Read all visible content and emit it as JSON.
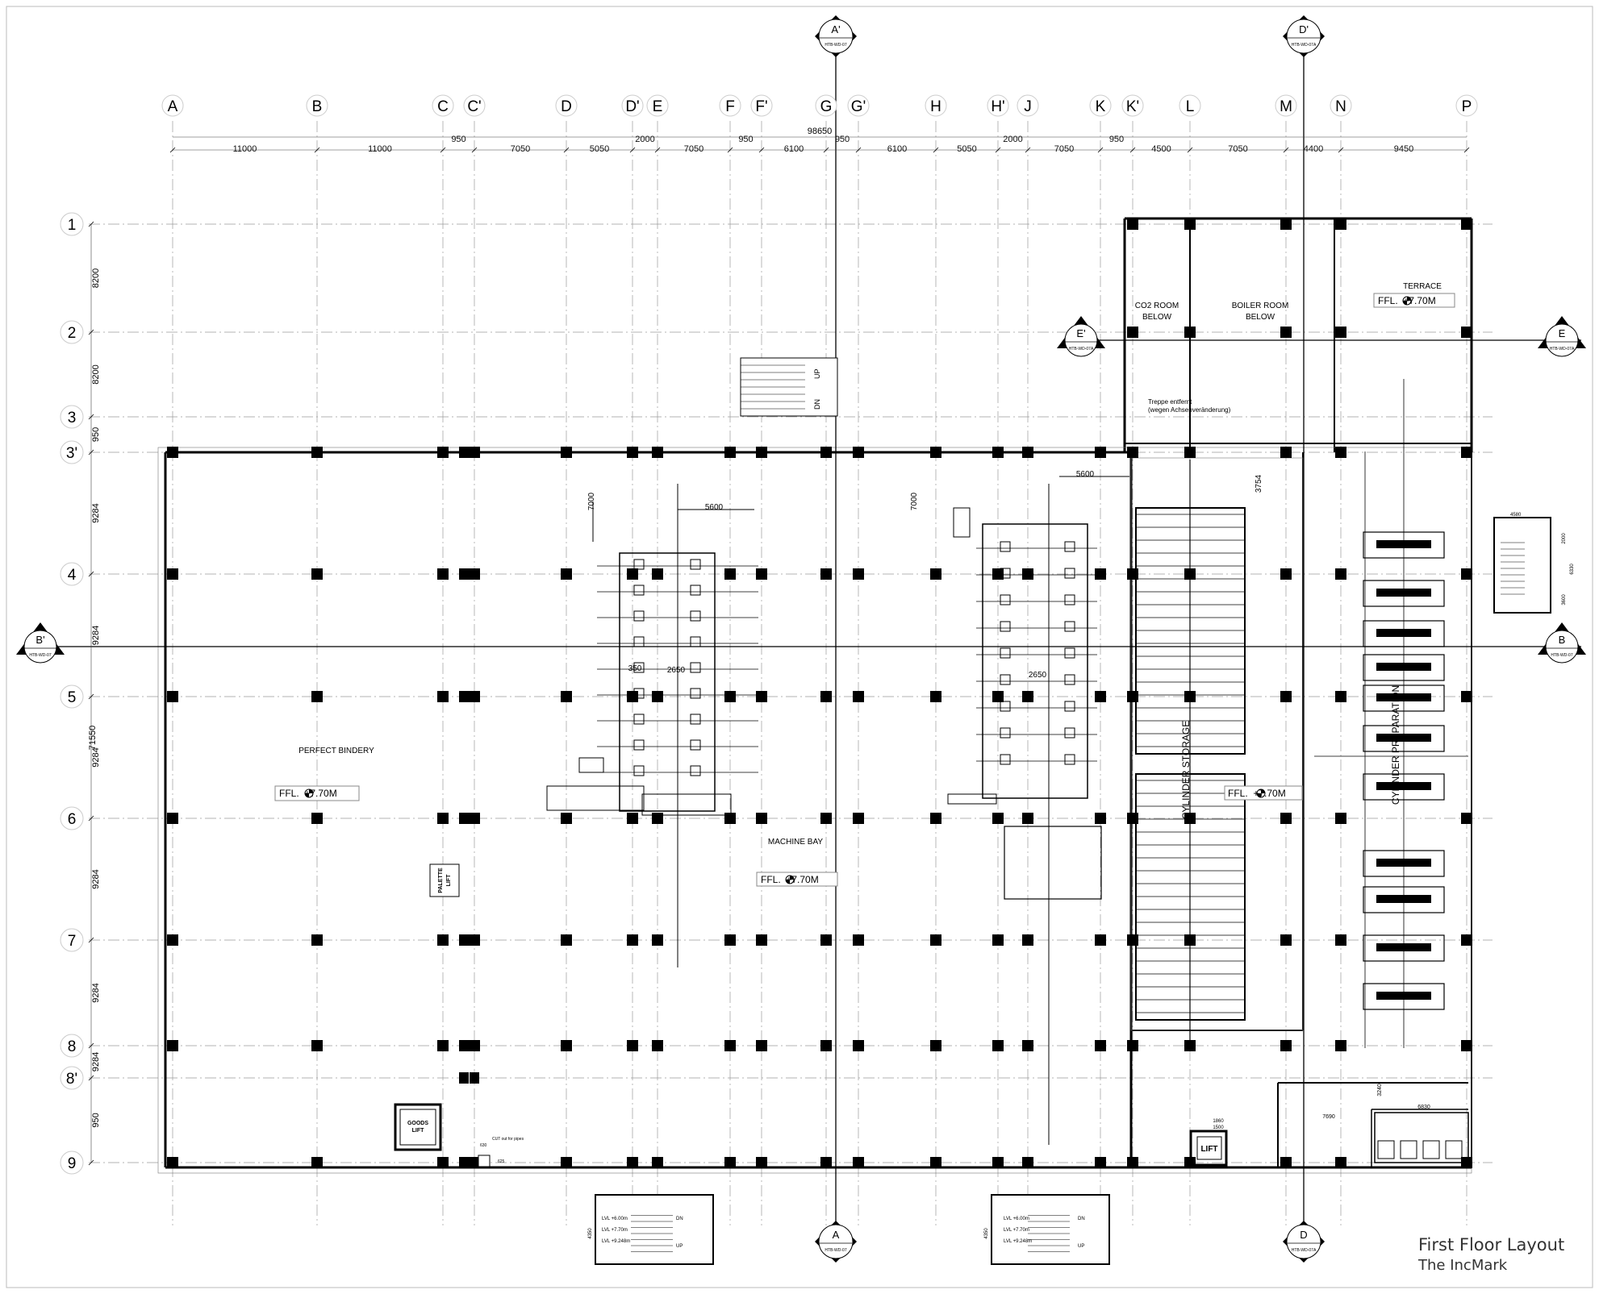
{
  "title_block": {
    "title": "First Floor Layout",
    "subtitle": "The IncMark"
  },
  "column_grid": {
    "labels": [
      "A",
      "B",
      "C",
      "C'",
      "D",
      "D'",
      "E",
      "F",
      "F'",
      "G",
      "G'",
      "H",
      "H'",
      "J",
      "K",
      "K'",
      "L",
      "M",
      "N",
      "P"
    ],
    "overall_dimension": "98650",
    "dimensions": [
      "11000",
      "11000",
      "950",
      "7050",
      "5050",
      "2000",
      "7050",
      "950",
      "6100",
      "950",
      "6100",
      "5050",
      "2000",
      "7050",
      "950",
      "4500",
      "7050",
      "4400",
      "9450"
    ]
  },
  "row_grid": {
    "labels": [
      "1",
      "2",
      "3",
      "3'",
      "4",
      "5",
      "6",
      "7",
      "8",
      "8'",
      "9"
    ],
    "overall_dimension": "71550",
    "dimensions": [
      "8200",
      "8200",
      "950",
      "9284",
      "9284",
      "9284",
      "9284",
      "9284",
      "9284",
      "950",
      "6830"
    ]
  },
  "section_markers": [
    {
      "id": "A'",
      "ref": "HTB-WD-07"
    },
    {
      "id": "A",
      "ref": "HTB-WD-07"
    },
    {
      "id": "D'",
      "ref": "HTB-WD-07A"
    },
    {
      "id": "D",
      "ref": "HTB-WD-07A"
    },
    {
      "id": "B'",
      "ref": "HTB-WD-07"
    },
    {
      "id": "B",
      "ref": "HTB-WD-07"
    },
    {
      "id": "E'",
      "ref": "HTB-WD-07A"
    },
    {
      "id": "E",
      "ref": "HTB-WD-07A"
    }
  ],
  "rooms": {
    "co2_room": [
      "CO2 ROOM",
      "BELOW"
    ],
    "boiler_room": [
      "BOILER ROOM",
      "BELOW"
    ],
    "terrace": "TERRACE",
    "perfect_bindery": "PERFECT BINDERY",
    "machine_bay": "MACHINE BAY",
    "cylinder_storage": "CYLINDER STORAGE",
    "cylinder_preparation": "CYLINDER PREPARATION",
    "palette_lift": [
      "PALETTE",
      "LIFT"
    ],
    "goods_lift": [
      "GOODS",
      "LIFT"
    ],
    "lift": "LIFT",
    "stair_note": [
      "Treppe entfernt",
      "(wegen Achsenveränderung)"
    ]
  },
  "level_tags": {
    "terrace": "FFL.  +7.70M",
    "bindery": "FFL.  +7.70M",
    "machine_bay": "FFL.  +7.70M",
    "cylinder": "FFL.  +7.70M"
  },
  "equipment_dimensions": {
    "bay_offset_left": "7000",
    "bay_offset_right": "7000",
    "machine_width_left": "5600",
    "machine_width_right": "5600",
    "machine_depth_left": "2650",
    "machine_depth_right": "2650",
    "machine_offset": "350",
    "cylinder_offset": "3754",
    "office_width": "6830",
    "office_inner": "7690",
    "office_depth": "3240",
    "lift_width": "1860",
    "lift_inner": "1500",
    "stair_right_width": "4580",
    "stair_right_height": "6330",
    "stair_right_run": "2000",
    "stair_right_landing": "3600"
  },
  "stair_levels": {
    "top_stair": [
      "DN",
      "UP"
    ],
    "bottom_stair_left": [
      "LVL +6.00m",
      "LVL +7.70m",
      "LVL +9.248m"
    ],
    "bottom_stair_right": [
      "LVL +6.00m",
      "LVL +7.70m",
      "LVL +9.248m"
    ],
    "stair_dir": [
      "DN",
      "UP"
    ],
    "stair_len": "4350"
  },
  "notes": {
    "cut_note": "CUT out for pipes",
    "cut_size": "630",
    "cut_small": "625"
  }
}
